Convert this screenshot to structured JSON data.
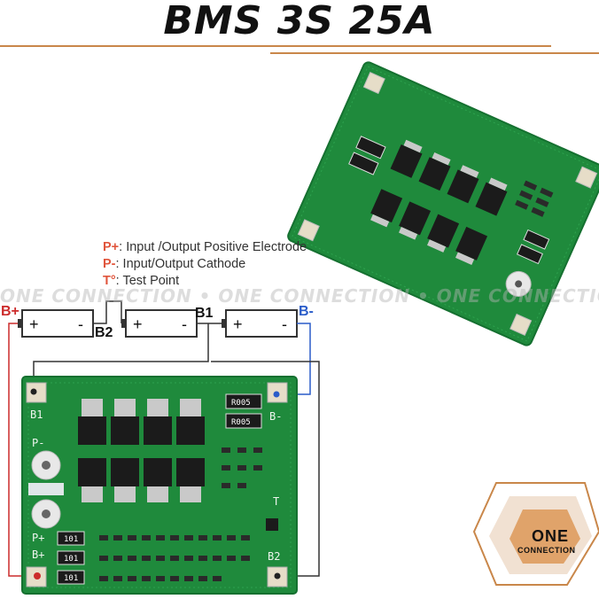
{
  "title": "BMS 3S 25A",
  "legend": [
    {
      "key": "P+",
      "text": ": Input /Output Positive Electrode"
    },
    {
      "key": "P-",
      "text": ": Input/Output Cathode"
    },
    {
      "key": "T°",
      "text": ": Test Point"
    }
  ],
  "watermark": "ONE CONNECTION  •  ONE CONNECTION  •  ONE CONNECTION",
  "terminals": {
    "b_plus": "B+",
    "b_minus": "B-",
    "b1": "B1",
    "b2": "B2"
  },
  "cell_signs": {
    "plus": "+",
    "minus": "-"
  },
  "board_labels": {
    "b1": "B1",
    "b2": "B2",
    "p_minus": "P-",
    "p_plus": "P+",
    "b_plus": "B+",
    "b_minus": "B-",
    "t": "T"
  },
  "resistors": [
    "R005",
    "R005",
    "101",
    "101",
    "101"
  ],
  "logo": {
    "line1": "ONE",
    "line2": "CONNECTION"
  },
  "colors": {
    "accent": "#c9874a",
    "pcb": "#1f8a3c",
    "red_wire": "#cc2b2b",
    "blue_wire": "#2a5cc9"
  }
}
